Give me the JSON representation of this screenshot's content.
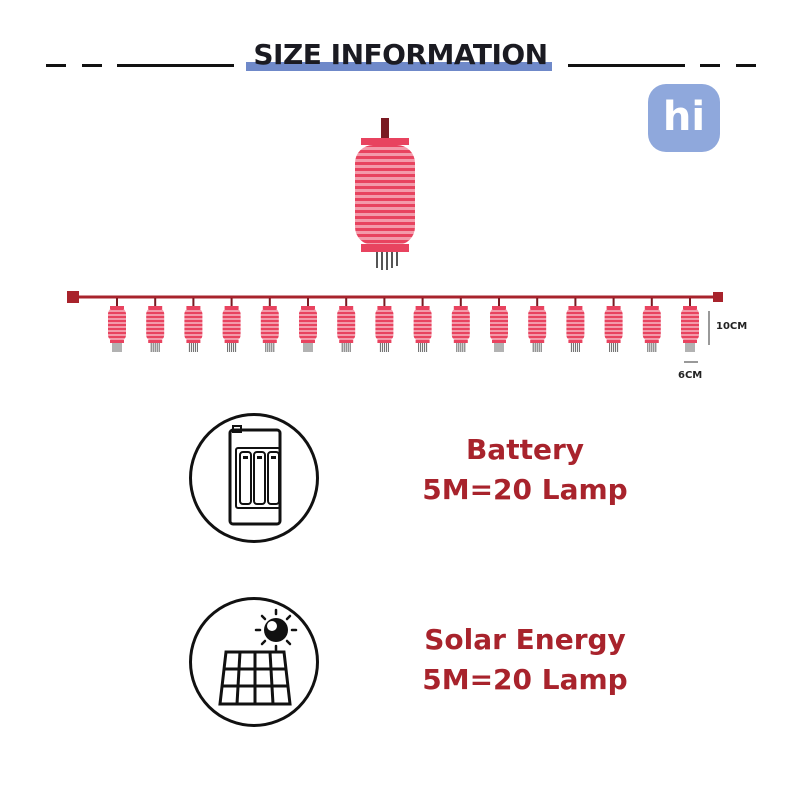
{
  "header": {
    "title": "SIZE INFORMATION"
  },
  "badge": {
    "label": "hi"
  },
  "dimensions": {
    "height_label": "10CM",
    "width_label": "6CM"
  },
  "options": [
    {
      "icon": "battery-box-icon",
      "line1": "Battery",
      "line2": "5M=20 Lamp"
    },
    {
      "icon": "solar-panel-icon",
      "line1": "Solar Energy",
      "line2": "5M=20 Lamp"
    }
  ],
  "colors": {
    "lantern": "#e8435f",
    "lantern_cap": "#a8232c",
    "text_accent": "#a8232c",
    "underline": "#6f89c9",
    "badge": "#8fa8dc"
  }
}
